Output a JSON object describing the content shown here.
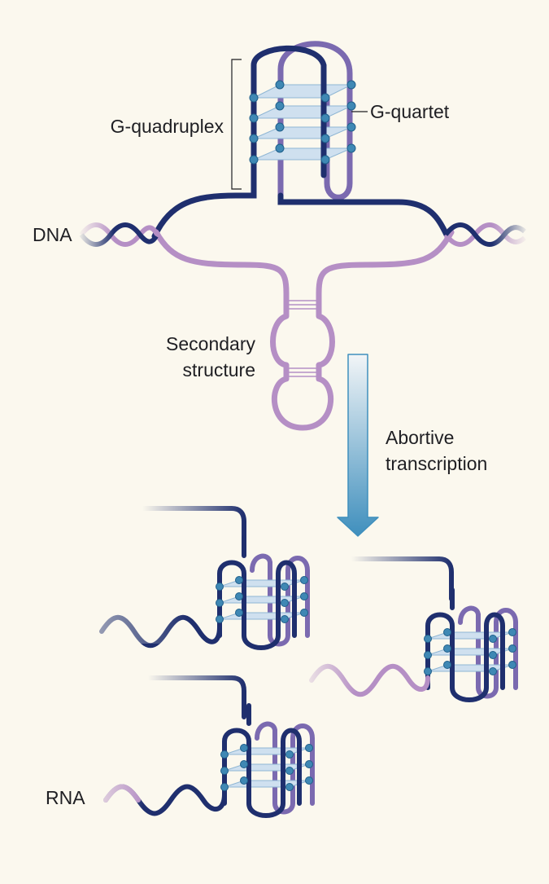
{
  "labels": {
    "g_quadruplex": "G-quadruplex",
    "g_quartet": "G-quartet",
    "dna": "DNA",
    "secondary_line1": "Secondary",
    "secondary_line2": "structure",
    "abortive_line1": "Abortive",
    "abortive_line2": "transcription",
    "rna": "RNA"
  },
  "colors": {
    "background": "#fbf8ee",
    "dark_strand": "#1f2f6e",
    "purple_strand": "#7b6ab0",
    "lilac_strand": "#b58fc5",
    "quartet_plane": "#cfe0ef",
    "bead": "#3f88b4",
    "arrow_top": "#f2f5f7",
    "arrow_bottom": "#3f8fbd",
    "text": "#1f1f23"
  },
  "icons": [
    "g-quadruplex-icon",
    "dna-helix-icon",
    "hairpin-loop-icon",
    "down-arrow-icon",
    "rna-wave-icon"
  ]
}
